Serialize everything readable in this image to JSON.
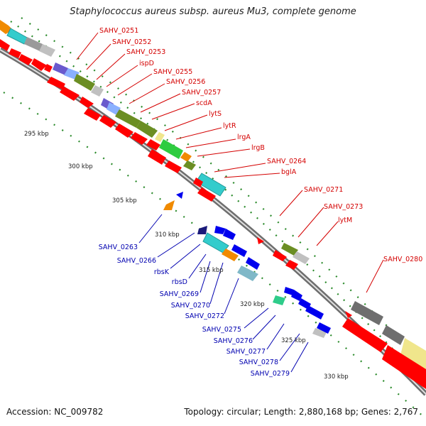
{
  "title": "Staphylococcus aureus subsp. aureus Mu3, complete genome",
  "footer": {
    "accession": "Accession: NC_009782",
    "info": "Topology: circular; Length: 2,880,168 bp; Genes: 2,767"
  },
  "colors": {
    "forward_label": "#d40000",
    "reverse_label": "#0000b0",
    "forward_gene": "#ff0000",
    "reverse_gene": "#0000ee",
    "backbone": "#8a8a8a",
    "ticks": "#2a8a2a"
  },
  "tick_labels": [
    "295 kbp",
    "300 kbp",
    "305 kbp",
    "310 kbp",
    "315 kbp",
    "320 kbp",
    "325 kbp",
    "330 kbp"
  ],
  "forward_labels": [
    "SAHV_0251",
    "SAHV_0252",
    "SAHV_0253",
    "ispD",
    "SAHV_0255",
    "SAHV_0256",
    "SAHV_0257",
    "scdA",
    "lytS",
    "lytR",
    "lrgA",
    "lrgB",
    "SAHV_0264",
    "bglA",
    "SAHV_0271",
    "SAHV_0273",
    "lytM",
    "SAHV_0280"
  ],
  "reverse_labels": [
    "SAHV_0263",
    "SAHV_0266",
    "rbsK",
    "rbsD",
    "SAHV_0269",
    "SAHV_0270",
    "SAHV_0272",
    "SAHV_0275",
    "SAHV_0276",
    "SAHV_0277",
    "SAHV_0278",
    "SAHV_0279"
  ]
}
